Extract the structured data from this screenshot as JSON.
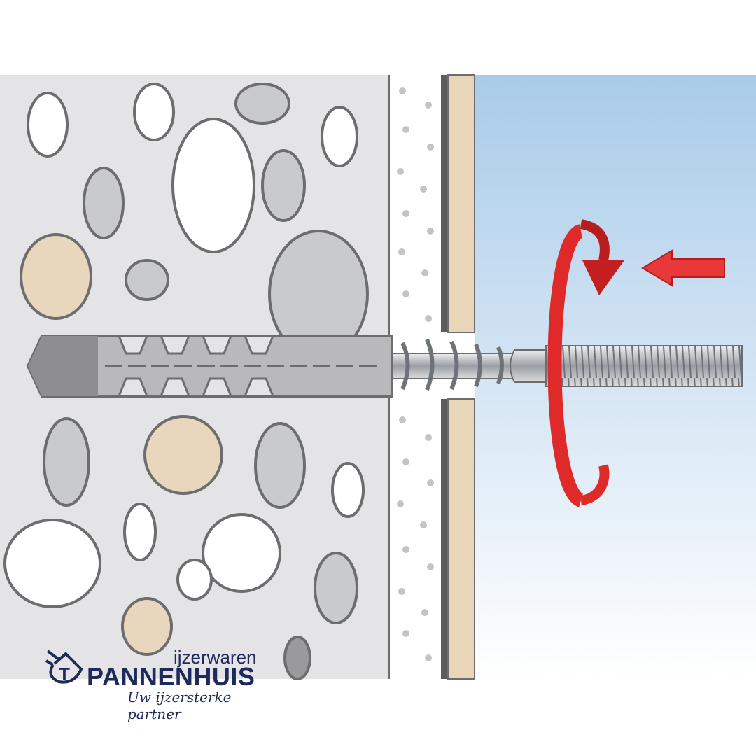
{
  "diagram": {
    "title": "Dowel installation through insulation into concrete: screw inserted with rotation and push",
    "colors": {
      "concrete": "#e4e4e6",
      "stone_outline": "#6d6d6f",
      "stone_gray": "#c9cacc",
      "stone_beige": "#e8d7bc",
      "plaster": "#e9d6b8",
      "sky_top": "#a9cbe9",
      "arrow_red": "#e02a2a",
      "dowel": "#b9b9bb"
    }
  },
  "logo": {
    "top_text": "ijzerwaren",
    "main_text": "PANNENHUIS",
    "tagline": "Uw ijzersterke partner",
    "icon": "house-plug-icon"
  }
}
